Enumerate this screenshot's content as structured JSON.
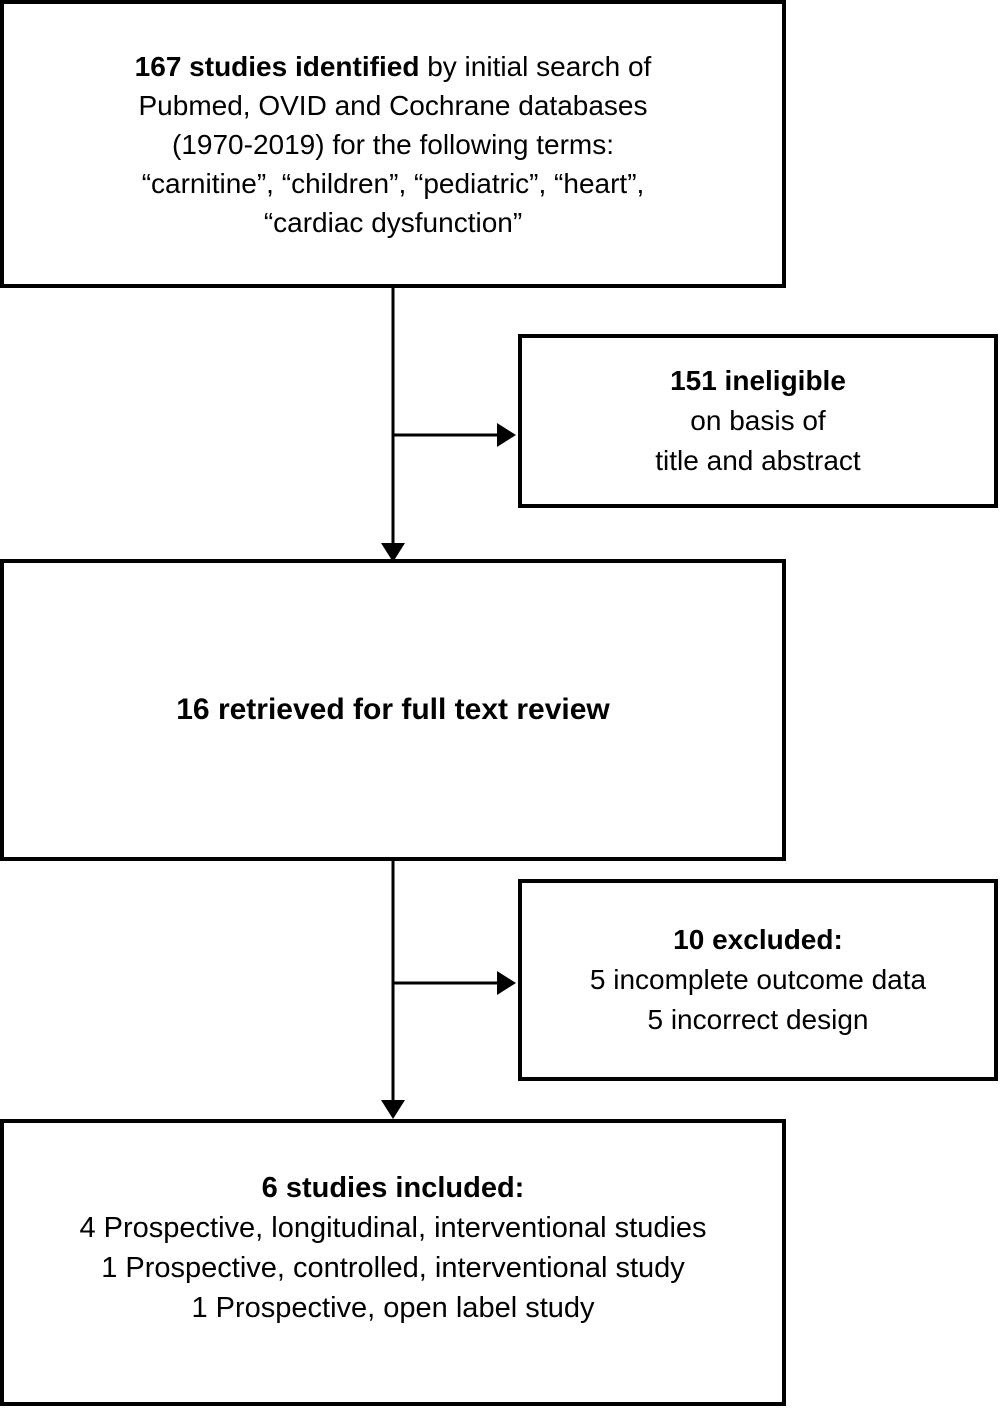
{
  "flowchart": {
    "identified": {
      "lead_bold": "167 studies identified",
      "lead_rest": " by initial search of",
      "lines": [
        "Pubmed, OVID and Cochrane databases",
        "(1970-2019) for the following terms:",
        "“carnitine”, “children”, “pediatric”, “heart”,",
        "“cardiac dysfunction”"
      ]
    },
    "ineligible": {
      "title": "151 ineligible",
      "lines": [
        "on basis of",
        "title and abstract"
      ]
    },
    "retrieved": {
      "title": "16 retrieved for full text review"
    },
    "excluded": {
      "title": "10 excluded:",
      "lines": [
        "5 incomplete outcome data",
        "5 incorrect design"
      ]
    },
    "included": {
      "title": "6 studies included:",
      "lines": [
        "4 Prospective, longitudinal, interventional studies",
        "1 Prospective, controlled, interventional study",
        "1 Prospective, open label study"
      ]
    }
  },
  "colors": {
    "box_border": "#000000",
    "box_background": "#ffffff",
    "text": "#000000",
    "arrow": "#000000"
  }
}
